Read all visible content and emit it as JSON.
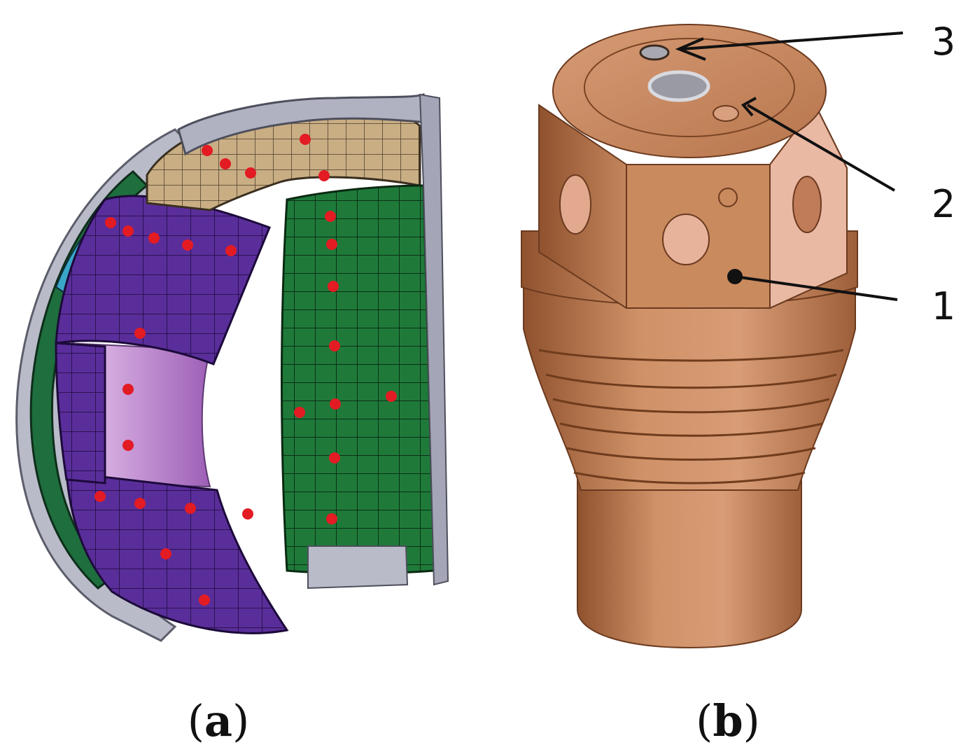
{
  "figure": {
    "panel_a": {
      "caption_letter": "a"
    },
    "panel_b": {
      "caption_letter": "b",
      "callouts": [
        {
          "label": "3"
        },
        {
          "label": "2"
        },
        {
          "label": "1"
        }
      ]
    }
  },
  "colors": {
    "purple_tiles": "#5a2e9a",
    "green_tiles": "#1f7a3a",
    "tan_tiles": "#c9ae84",
    "grey_frame": "#a7a9b8",
    "sensor_dot": "#e31b23",
    "copper": "#c98a5e",
    "copper_light": "#e7b39b",
    "copper_dark": "#9b5d36",
    "inner_wall": "#c79ad8"
  }
}
